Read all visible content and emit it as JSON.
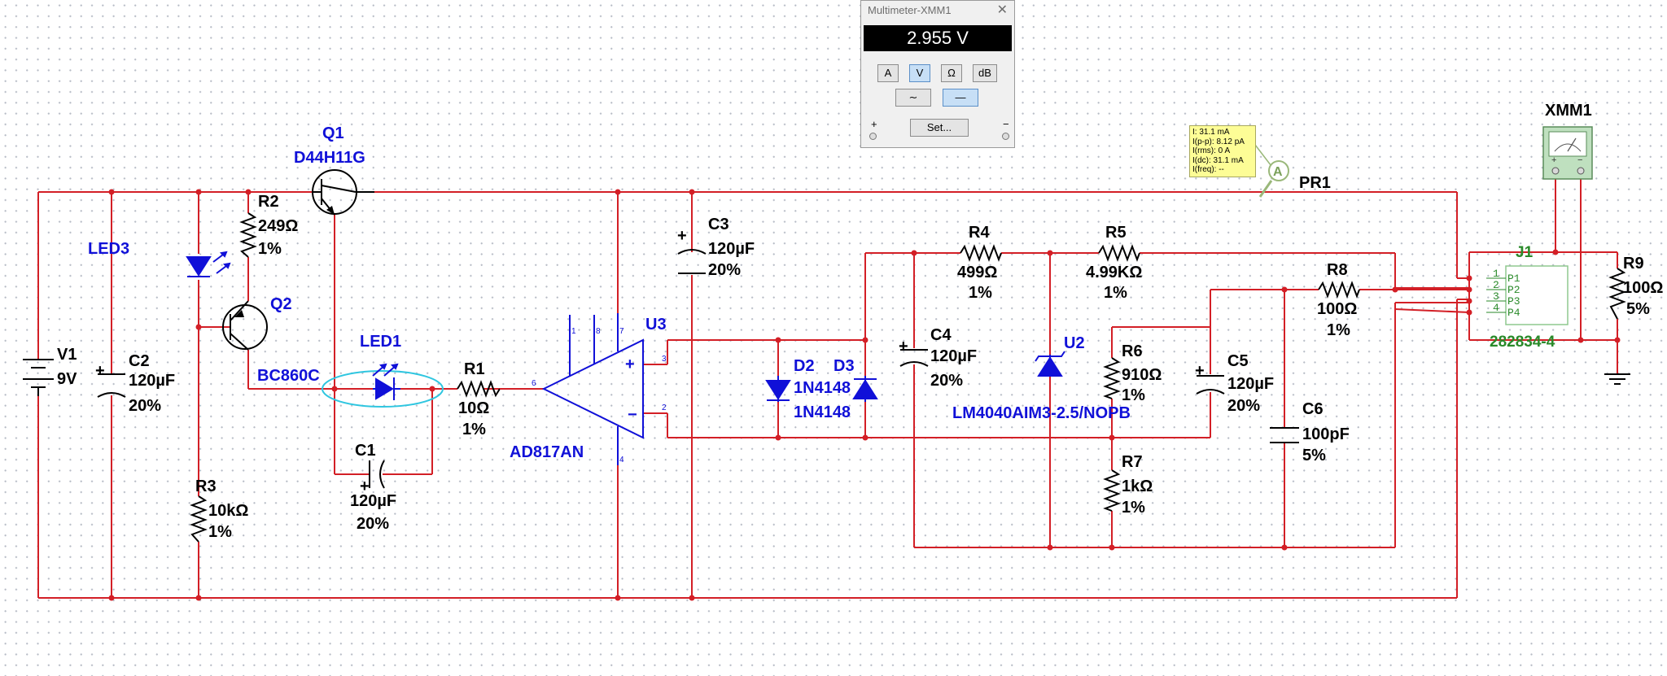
{
  "multimeter": {
    "title": "Multimeter-XMM1",
    "reading": "2.955 V",
    "mode_buttons": [
      "A",
      "V",
      "Ω",
      "dB"
    ],
    "active_mode": "V",
    "wave_buttons": [
      "∼",
      "—"
    ],
    "active_wave": "—",
    "set_label": "Set...",
    "plus_label": "+",
    "minus_label": "−"
  },
  "probe": {
    "name": "PR1",
    "symbol": "A",
    "lines": [
      "I: 31.1 mA",
      "I(p-p): 8.12 pA",
      "I(rms): 0 A",
      "I(dc): 31.1 mA",
      "I(freq): --"
    ]
  },
  "components": {
    "V1": {
      "name": "V1",
      "value": "9V"
    },
    "C2": {
      "name": "C2",
      "value": "120µF",
      "tol": "20%"
    },
    "LED3": {
      "name": "LED3"
    },
    "R2": {
      "name": "R2",
      "value": "249Ω",
      "tol": "1%"
    },
    "Q1": {
      "name": "Q1",
      "part": "D44H11G"
    },
    "Q2": {
      "name": "Q2",
      "part": "BC860C"
    },
    "R3": {
      "name": "R3",
      "value": "10kΩ",
      "tol": "1%"
    },
    "LED1": {
      "name": "LED1"
    },
    "C1": {
      "name": "C1",
      "value": "120µF",
      "tol": "20%"
    },
    "R1": {
      "name": "R1",
      "value": "10Ω",
      "tol": "1%"
    },
    "U3": {
      "name": "U3",
      "part": "AD817AN",
      "pins": [
        "1",
        "8",
        "7",
        "3",
        "2",
        "6",
        "4"
      ]
    },
    "C3": {
      "name": "C3",
      "value": "120µF",
      "tol": "20%"
    },
    "D2": {
      "name": "D2",
      "part": "1N4148"
    },
    "D3": {
      "name": "D3",
      "part": "1N4148"
    },
    "R4": {
      "name": "R4",
      "value": "499Ω",
      "tol": "1%"
    },
    "R5": {
      "name": "R5",
      "value": "4.99KΩ",
      "tol": "1%"
    },
    "C4": {
      "name": "C4",
      "value": "120µF",
      "tol": "20%"
    },
    "U2": {
      "name": "U2",
      "part": "LM4040AIM3-2.5/NOPB"
    },
    "R6": {
      "name": "R6",
      "value": "910Ω",
      "tol": "1%"
    },
    "R7": {
      "name": "R7",
      "value": "1kΩ",
      "tol": "1%"
    },
    "C5": {
      "name": "C5",
      "value": "120µF",
      "tol": "20%"
    },
    "R8": {
      "name": "R8",
      "value": "100Ω",
      "tol": "1%"
    },
    "C6": {
      "name": "C6",
      "value": "100pF",
      "tol": "5%"
    },
    "J1": {
      "name": "J1",
      "part": "282834-4",
      "pins": [
        "1",
        "2",
        "3",
        "4"
      ],
      "pin_labels": [
        "P1",
        "P2",
        "P3",
        "P4"
      ]
    },
    "R9": {
      "name": "R9",
      "value": "100Ω",
      "tol": "5%"
    },
    "XMM1": {
      "name": "XMM1",
      "plus": "+",
      "minus": "−"
    }
  },
  "colors": {
    "wire": "#d31f26",
    "part": "#000000",
    "active_part": "#1010d8",
    "connector": "#2a8a2a",
    "probe_tip": "#9ab87a",
    "selection": "#2fc6e0"
  }
}
